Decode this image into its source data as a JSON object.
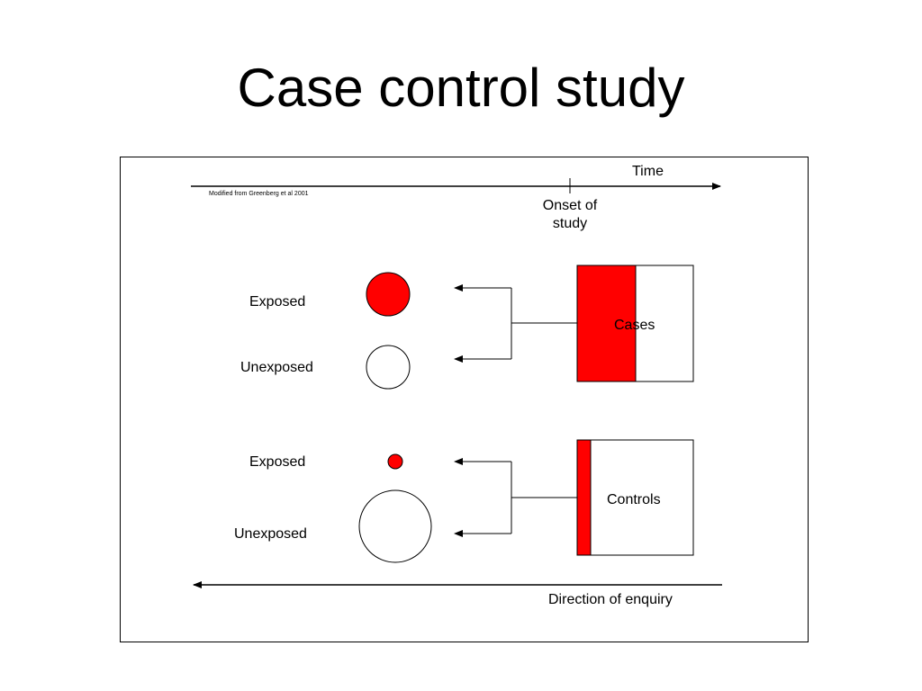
{
  "title": "Case control study",
  "credit": "Modified from Greenberg et al 2001",
  "time_label": "Time",
  "onset_label": "Onset of study",
  "direction_label": "Direction of enquiry",
  "cases": {
    "label": "Cases",
    "exposed_label": "Exposed",
    "unexposed_label": "Unexposed",
    "exposed_fraction": 0.5
  },
  "controls": {
    "label": "Controls",
    "exposed_label": "Exposed",
    "unexposed_label": "Unexposed",
    "exposed_fraction": 0.12
  },
  "colors": {
    "exposed": "#ff0000",
    "unexposed": "#ffffff",
    "line": "#000000"
  }
}
